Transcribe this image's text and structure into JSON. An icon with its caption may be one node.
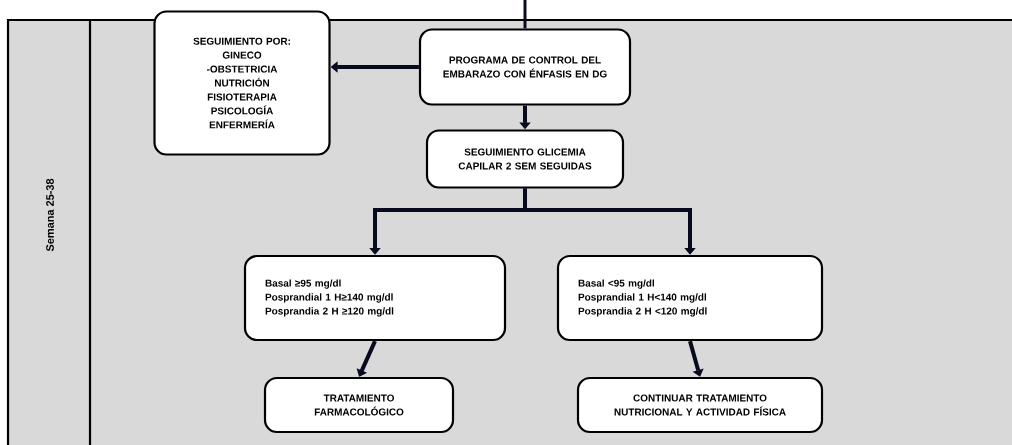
{
  "diagram": {
    "nodes": [
      {
        "text": [
          "SEGUIMIENTO POR:",
          "GINECO",
          "-OBSTETRICIA",
          "NUTRICIÓN",
          "FISIOTERAPIA",
          "PSICOLOGÍA",
          "ENFERMERÍA"
        ]
      },
      {
        "text": [
          "PROGRAMA DE CONTROL DEL EMBARAZO CON ÉNFASIS EN DG"
        ]
      },
      {
        "text": [
          "SEGUIMIENTO GLICEMIA CAPILAR 2 SEM SEGUIDAS"
        ]
      },
      {
        "text": [
          "Basal ≥95 mg/dl",
          "Posprandial 1 H≥140 mg/dl",
          "Posprandia 2 H ≥120 mg/dl"
        ]
      },
      {
        "text": [
          "Basal <95 mg/dl",
          "Posprandial 1 H<140 mg/dl",
          "Posprandia 2 H <120 mg/dl"
        ]
      },
      {
        "text": [
          "TRATAMIENTO FARMACOLÓGICO"
        ]
      },
      {
        "text": [
          "CONTINUAR TRATAMIENTO NUTRICIONAL Y ACTIVIDAD FÍSICA"
        ]
      }
    ],
    "edges": [
      {
        "from": null,
        "to": 1,
        "arrow": "none"
      },
      {
        "from": 1,
        "to": 0,
        "arrow": "to"
      },
      {
        "from": 1,
        "to": 2,
        "arrow": "to"
      },
      {
        "from": 2,
        "to": 3,
        "arrow": "to"
      },
      {
        "from": 2,
        "to": 4,
        "arrow": "to"
      },
      {
        "from": 3,
        "to": 5,
        "arrow": "to"
      },
      {
        "from": 4,
        "to": 6,
        "arrow": "to"
      }
    ],
    "labels": [
      "Semana 25-38"
    ]
  }
}
